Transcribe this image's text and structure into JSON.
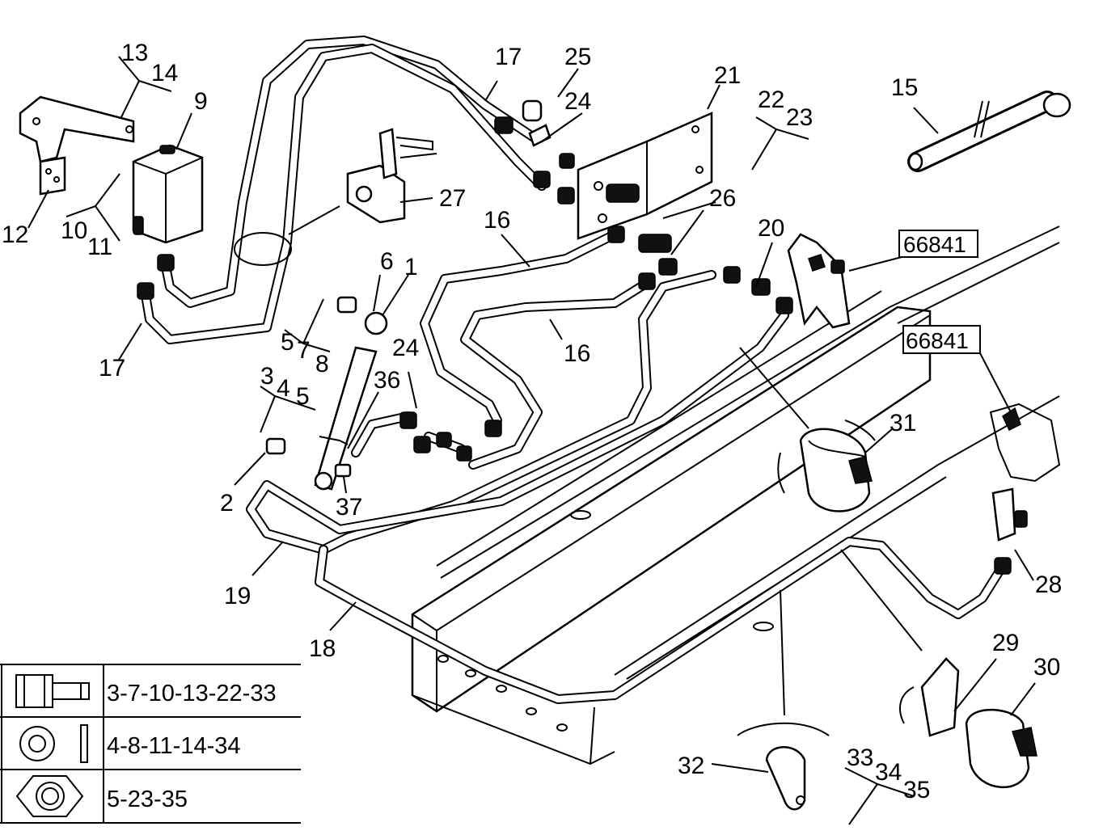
{
  "diagram": {
    "callouts": {
      "c1": "1",
      "c2": "2",
      "c3": "3",
      "c4": "4",
      "c5a": "5",
      "c5b": "5",
      "c6": "6",
      "c7": "7",
      "c8": "8",
      "c9": "9",
      "c10": "10",
      "c11": "11",
      "c12": "12",
      "c13": "13",
      "c14": "14",
      "c15": "15",
      "c16a": "16",
      "c16b": "16",
      "c17a": "17",
      "c17b": "17",
      "c18": "18",
      "c19": "19",
      "c20": "20",
      "c21": "21",
      "c22": "22",
      "c23": "23",
      "c24a": "24",
      "c24b": "24",
      "c25": "25",
      "c26": "26",
      "c27": "27",
      "c28": "28",
      "c29": "29",
      "c30": "30",
      "c31": "31",
      "c32": "32",
      "c33": "33",
      "c34": "34",
      "c35": "35",
      "c36": "36",
      "c37": "37"
    },
    "references": {
      "ref1": "66841",
      "ref2": "66841"
    }
  },
  "legend": {
    "rows": [
      {
        "icon": "bolt-icon",
        "label": "3-7-10-13-22-33"
      },
      {
        "icon": "washer-icon",
        "label": "4-8-11-14-34"
      },
      {
        "icon": "nut-icon",
        "label": "5-23-35"
      }
    ]
  }
}
